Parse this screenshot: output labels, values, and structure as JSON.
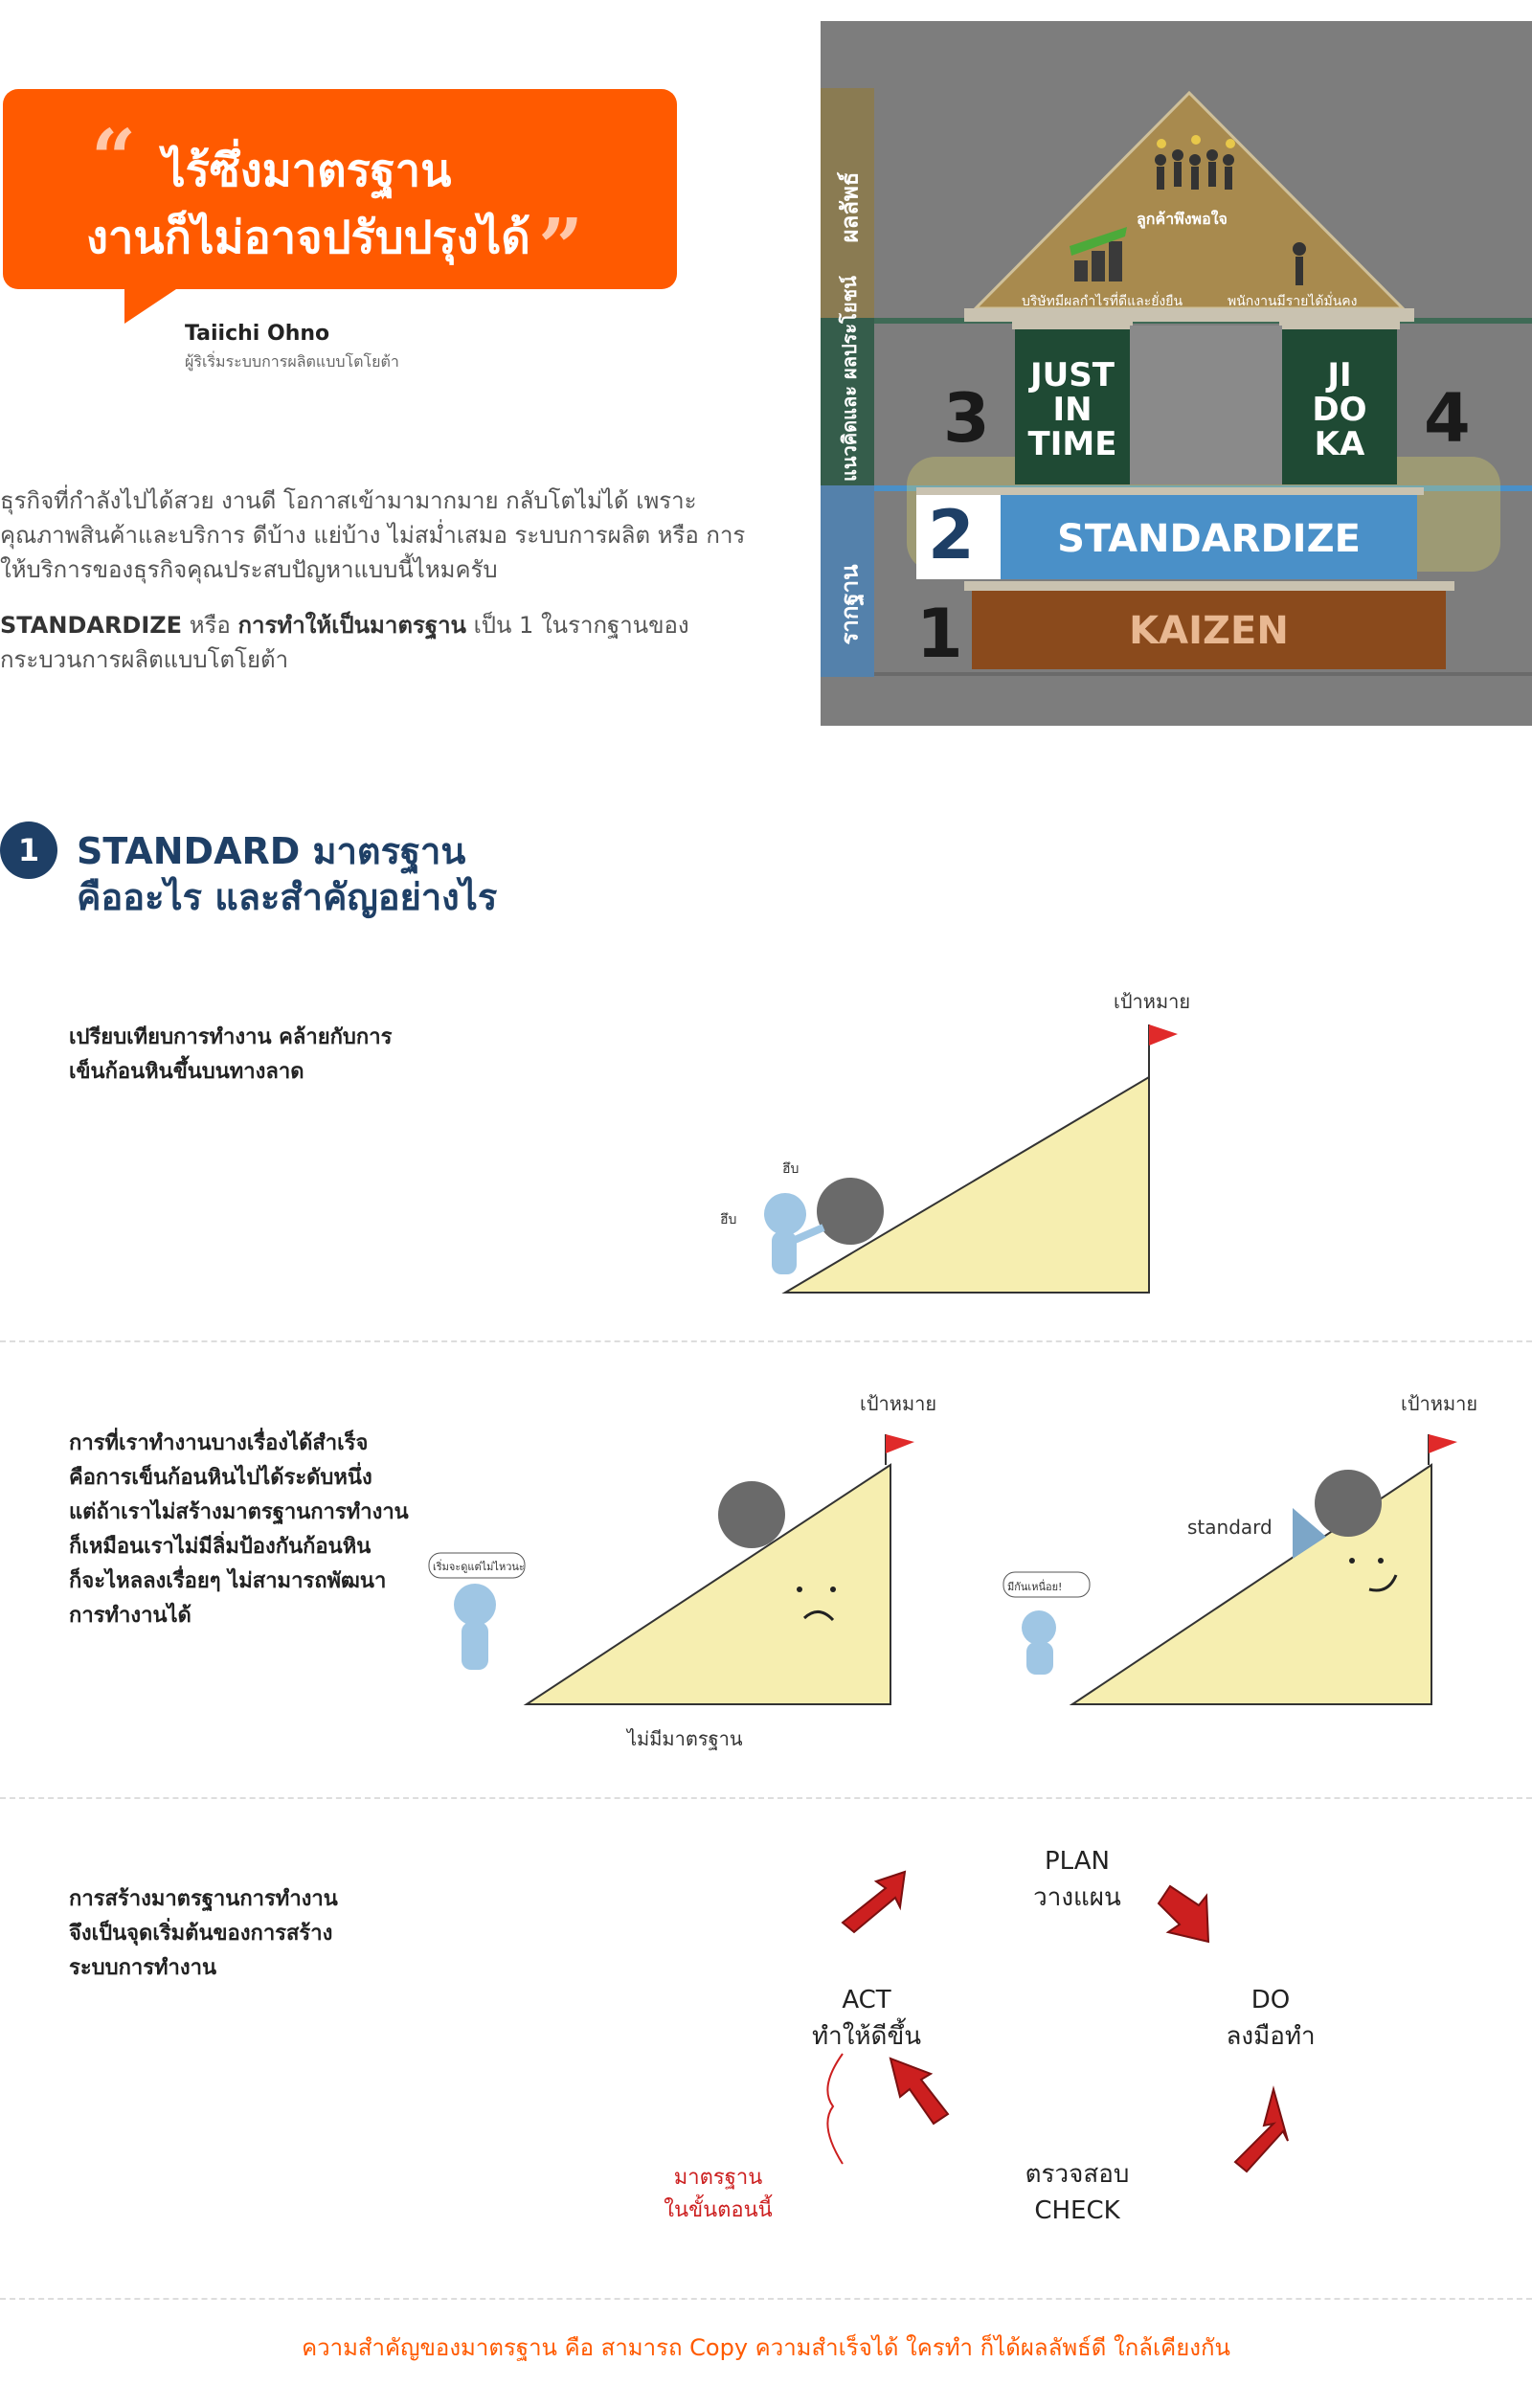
{
  "quote": {
    "line1": "ไร้ซึ่งมาตรฐาน",
    "line2": "งานก็ไม่อาจปรับปรุงได้",
    "open_mark": "“",
    "close_mark": "”",
    "author": "Taiichi Ohno",
    "author_role": "ผู้ริเริ่มระบบการผลิตแบบโตโยต้า"
  },
  "intro": {
    "paragraph1": "ธุรกิจที่กำลังไปได้สวย งานดี โอกาสเข้ามามากมาย กลับโตไม่ได้ เพราะคุณภาพสินค้าและบริการ ดีบ้าง แย่บ้าง ไม่สม่ำเสมอ ระบบการผลิต หรือ การให้บริการของธุรกิจคุณประสบปัญหาแบบนี้ไหมครับ",
    "p2_term": "STANDARDIZE",
    "p2_or": " หรือ ",
    "p2_bold": "การทำให้เป็นมาตรฐาน",
    "p2_rest": " เป็น 1 ในรากฐานของกระบวนการผลิตแบบโตโยต้า"
  },
  "house": {
    "side_labels": [
      "ผลลัพธ์",
      "แนวคิดและ ผลประโยชน์",
      "รากฐาน"
    ],
    "roof_top": "ลูกค้าพึงพอใจ",
    "roof_left": "บริษัทมีผลกำไรที่ดีและยั่งยืน",
    "roof_right": "พนักงานมีรายได้มั่นคง",
    "pillar_left": [
      "JUST",
      "IN",
      "TIME"
    ],
    "pillar_right": [
      "JI",
      "DO",
      "KA"
    ],
    "num_left": "3",
    "num_right": "4",
    "num_standard": "2",
    "num_kaizen": "1",
    "standardize": "STANDARDIZE",
    "kaizen": "KAIZEN",
    "colors": {
      "pillar": "#1f4a34",
      "roof": "#a88a4e",
      "standard": "#4a90c8",
      "kaizen": "#8a4a1c",
      "glow": "#fff35a"
    }
  },
  "section1": {
    "number": "1",
    "title_line1": "STANDARD มาตรฐาน",
    "title_line2": "คืออะไร และสำคัญอย่างไร"
  },
  "block1": {
    "text": [
      "เปรียบเทียบการทำงาน คล้ายกับการ",
      "เข็นก้อนหินขึ้นบนทางลาด"
    ],
    "goal": "เป้าหมาย",
    "sfx1": "ฮึบ",
    "sfx2": "ฮึบ"
  },
  "block2": {
    "text": [
      "การที่เราทำงานบางเรื่องได้สำเร็จ",
      "คือการเข็นก้อนหินไปได้ระดับหนึ่ง",
      "แต่ถ้าเราไม่สร้างมาตรฐานการทำงาน",
      "ก็เหมือนเราไม่มีลิ่มป้องกันก้อนหิน",
      "ก็จะไหลลงเรื่อยๆ ไม่สามารถพัฒนา",
      "การทำงานได้"
    ],
    "goal_left": "เป้าหมาย",
    "goal_right": "เป้าหมาย",
    "no_standard": "ไม่มีมาตรฐาน",
    "standard_lbl": "standard",
    "bubble_left": "เริ่มจะดูแต่ไม่ไหวนะ",
    "bubble_right": "มีกันเหนื่อย!"
  },
  "block3": {
    "text": [
      "การสร้างมาตรฐานการทำงาน",
      "จึงเป็นจุดเริ่มต้นของการสร้าง",
      "ระบบการทำงาน"
    ],
    "plan": [
      "PLAN",
      "วางแผน"
    ],
    "do": [
      "DO",
      "ลงมือทำ"
    ],
    "check": [
      "ตรวจสอบ",
      "CHECK"
    ],
    "act": [
      "ACT",
      "ทำให้ดีขึ้น"
    ],
    "note": [
      "มาตรฐาน",
      "ในขั้นตอนนี้"
    ]
  },
  "footer": "ความสำคัญของมาตรฐาน คือ สามารถ Copy ความสำเร็จได้ ใครทำ ก็ได้ผลลัพธ์ดี ใกล้เคียงกัน"
}
